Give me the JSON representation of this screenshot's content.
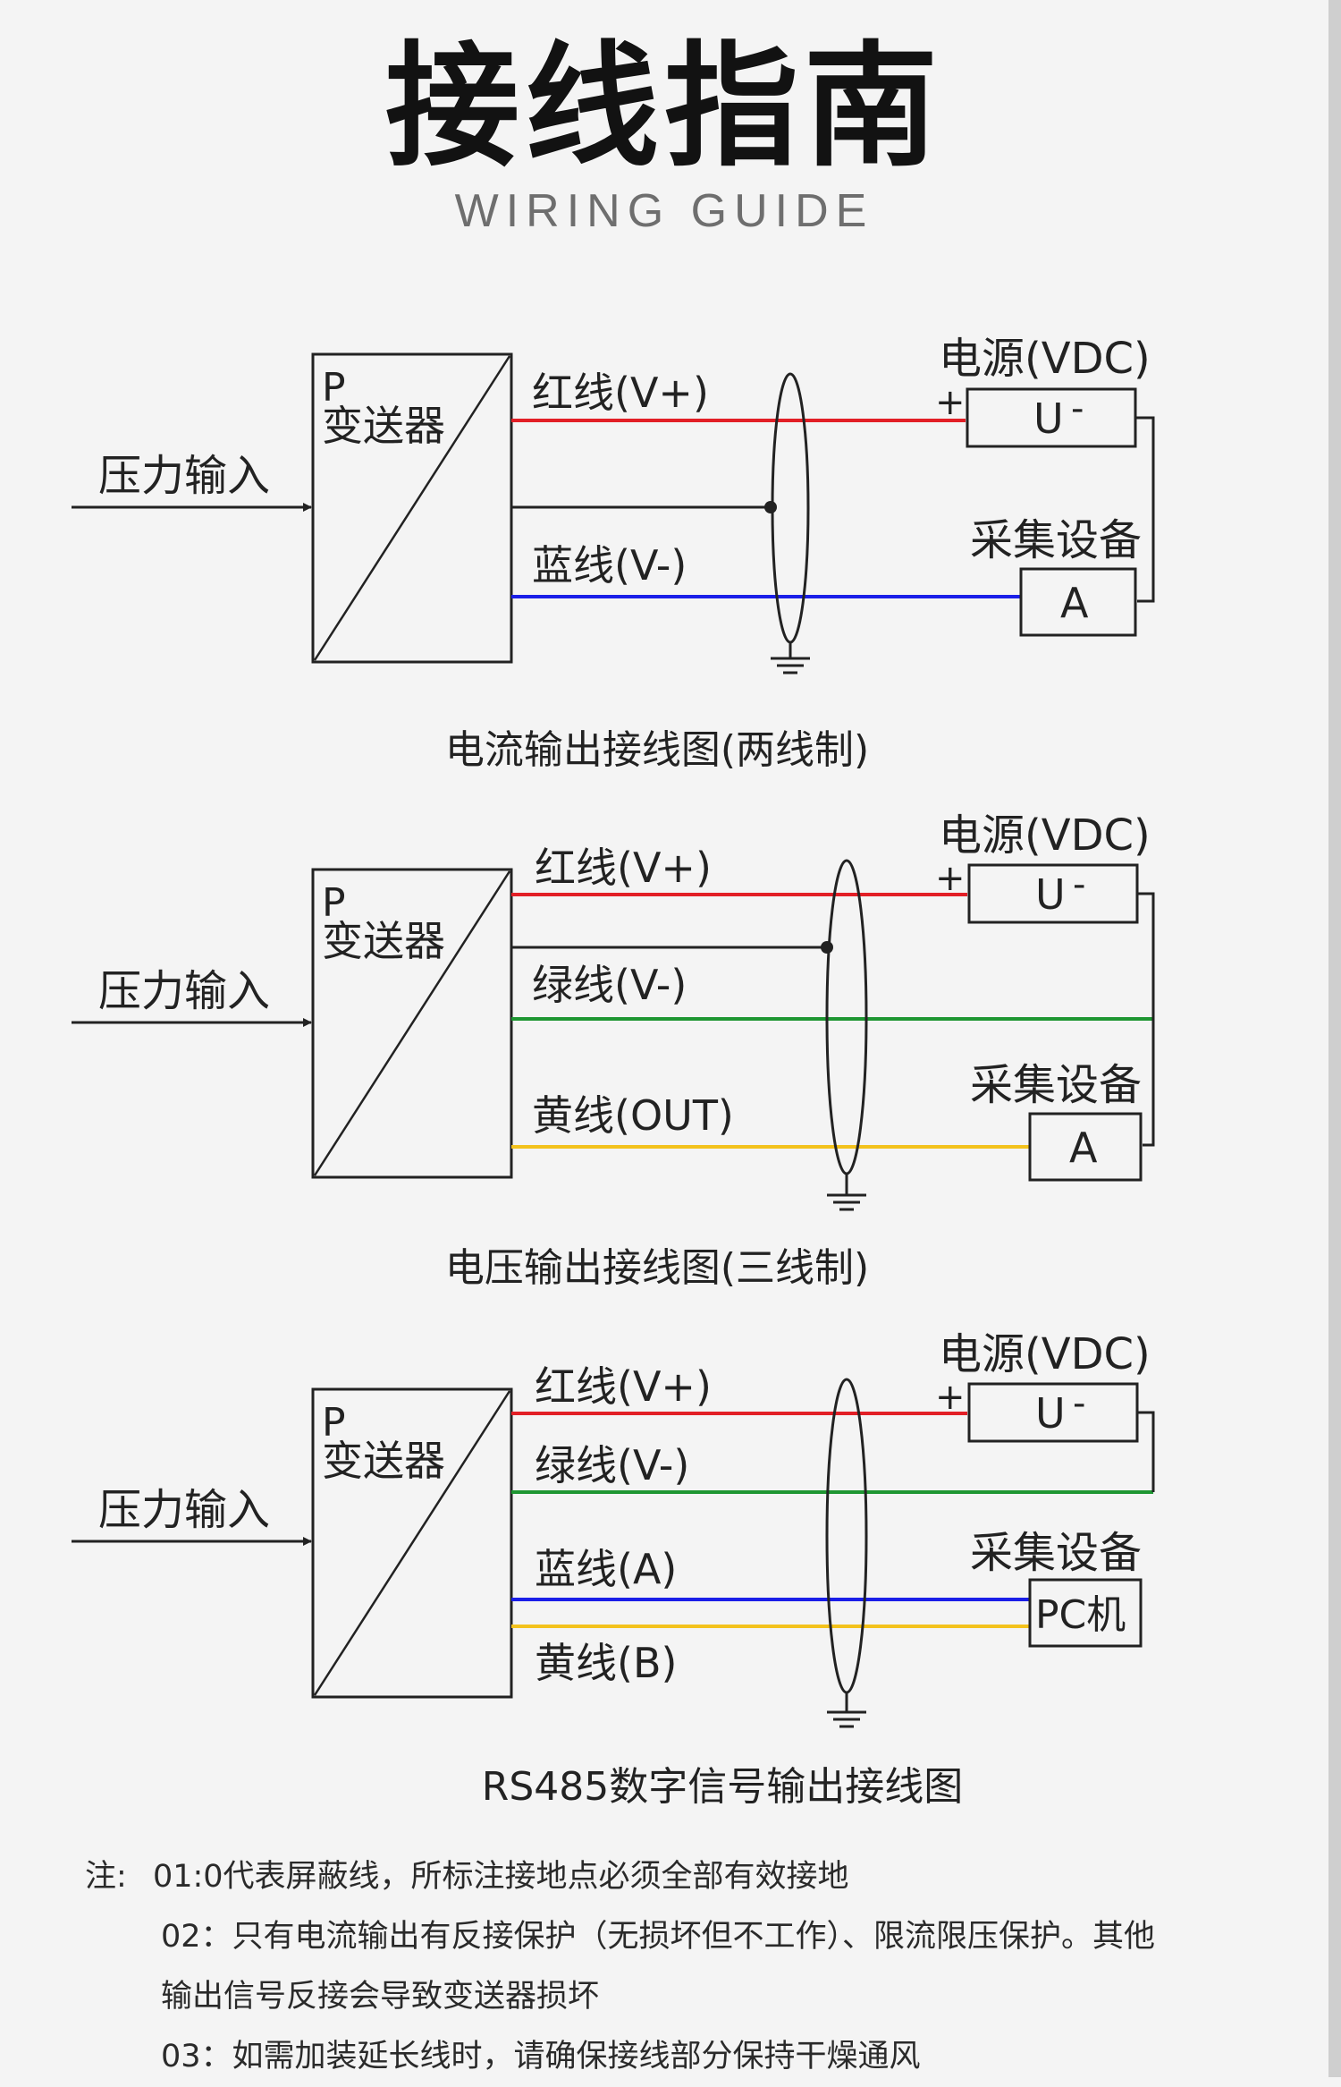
{
  "header": {
    "title": "接线指南",
    "subtitle": "WIRING GUIDE"
  },
  "colors": {
    "red": "#e21f26",
    "blue": "#1a1ee8",
    "green": "#1e9632",
    "yellow": "#f3c21c"
  },
  "diagrams": [
    {
      "caption": "电流输出接线图(两线制)",
      "input_label": "压力输入",
      "transmitter_p": "P",
      "transmitter_label": "变送器",
      "wires": [
        "红线(V+)",
        "蓝线(V-)"
      ],
      "power_label": "电源(VDC)",
      "plus": "+",
      "power_box": "U",
      "power_minus": "-",
      "device_label": "采集设备",
      "device_box": "A"
    },
    {
      "caption": "电压输出接线图(三线制)",
      "input_label": "压力输入",
      "transmitter_p": "P",
      "transmitter_label": "变送器",
      "wires": [
        "红线(V+)",
        "绿线(V-)",
        "黄线(OUT)"
      ],
      "power_label": "电源(VDC)",
      "plus": "+",
      "power_box": "U",
      "power_minus": "-",
      "device_label": "采集设备",
      "device_box": "A"
    },
    {
      "caption": "RS485数字信号输出接线图",
      "input_label": "压力输入",
      "transmitter_p": "P",
      "transmitter_label": "变送器",
      "wires": [
        "红线(V+)",
        "绿线(V-)",
        "蓝线(A)",
        "黄线(B)"
      ],
      "power_label": "电源(VDC)",
      "plus": "+",
      "power_box": "U",
      "power_minus": "-",
      "device_label": "采集设备",
      "device_box": "PC机"
    }
  ],
  "notes": {
    "prefix": "注:",
    "lines": [
      "01:0代表屏蔽线，所标注接地点必须全部有效接地",
      "02：只有电流输出有反接保护（无损坏但不工作）、限流限压保护。其他",
      "输出信号反接会导致变送器损坏",
      "03：如需加装延长线时，请确保接线部分保持干燥通风"
    ]
  }
}
